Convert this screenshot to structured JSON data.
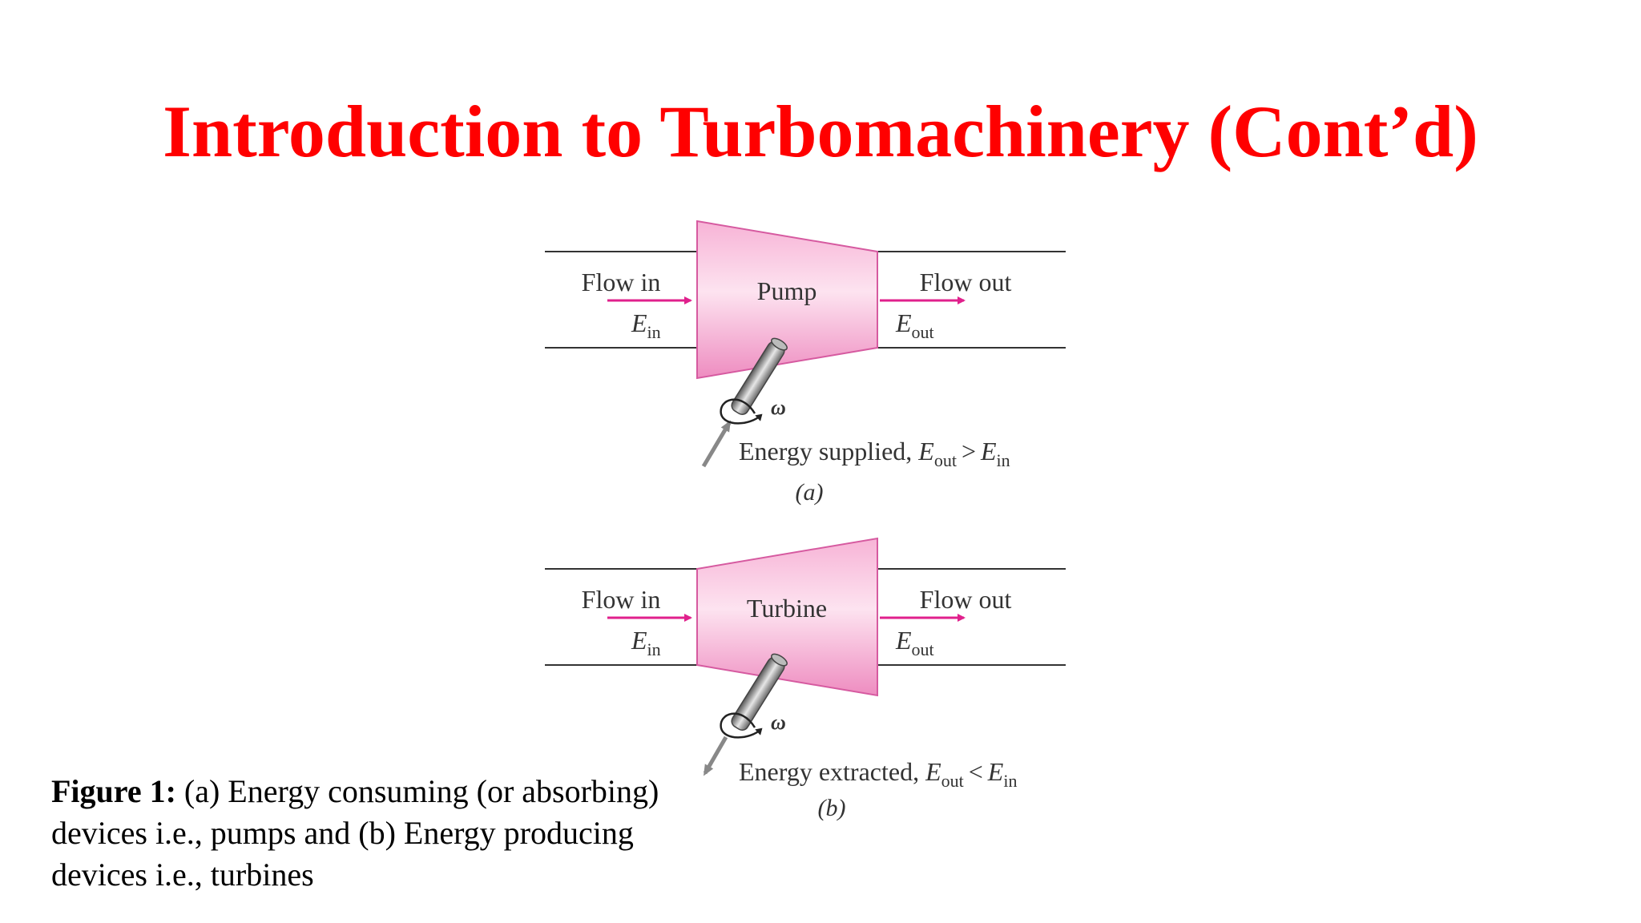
{
  "slide": {
    "title": "Introduction to Turbomachinery (Cont’d)"
  },
  "diagram_a": {
    "device": "Pump",
    "flow_in": "Flow in",
    "flow_out": "Flow out",
    "e_symbol": "E",
    "in_sub": "in",
    "out_sub": "out",
    "omega": "ω",
    "energy_label": "Energy supplied, ",
    "relation": ">",
    "panel": "(a)"
  },
  "diagram_b": {
    "device": "Turbine",
    "flow_in": "Flow in",
    "flow_out": "Flow out",
    "e_symbol": "E",
    "in_sub": "in",
    "out_sub": "out",
    "omega": "ω",
    "energy_label": "Energy extracted, ",
    "relation": "<",
    "panel": "(b)"
  },
  "caption": {
    "bold": "Figure 1:",
    "text": " (a) Energy consuming (or absorbing) devices i.e., pumps and (b) Energy producing devices i.e., turbines"
  },
  "colors": {
    "title": "#ff0000",
    "arrow": "#e0208c",
    "device_fill": "#f4a6cf"
  }
}
